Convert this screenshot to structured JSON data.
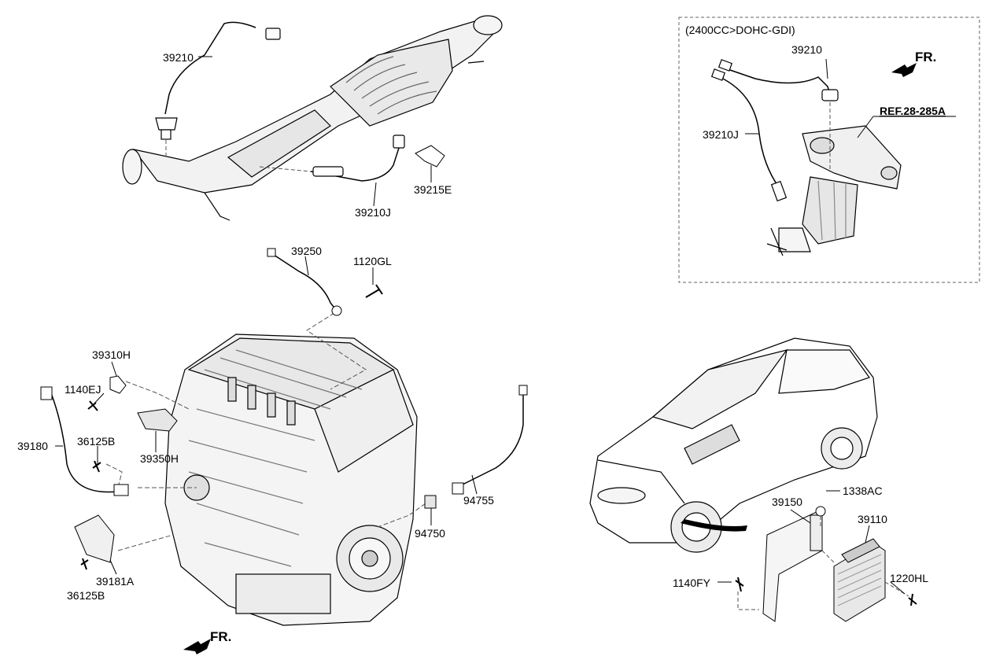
{
  "inset": {
    "note": "(2400CC>DOHC-GDI)",
    "ref": "REF.28-285A",
    "fr": "FR."
  },
  "main_fr": "FR.",
  "parts": {
    "p39210_top": "39210",
    "p39210J_top": "39210J",
    "p39215E": "39215E",
    "p39250": "39250",
    "p1120GL": "1120GL",
    "p39310H": "39310H",
    "p1140EJ": "1140EJ",
    "p39180": "39180",
    "p36125B_a": "36125B",
    "p39350H": "39350H",
    "p39181A": "39181A",
    "p36125B_b": "36125B",
    "p94755": "94755",
    "p94750": "94750",
    "p39210_inset": "39210",
    "p39210J_inset": "39210J",
    "p39150": "39150",
    "p1338AC": "1338AC",
    "p39110": "39110",
    "p1220HL": "1220HL",
    "p1140FY": "1140FY"
  },
  "colors": {
    "line": "#000000",
    "dash": "#555555",
    "fill_light": "#f2f2f2",
    "fill_mid": "#d9d9d9"
  }
}
